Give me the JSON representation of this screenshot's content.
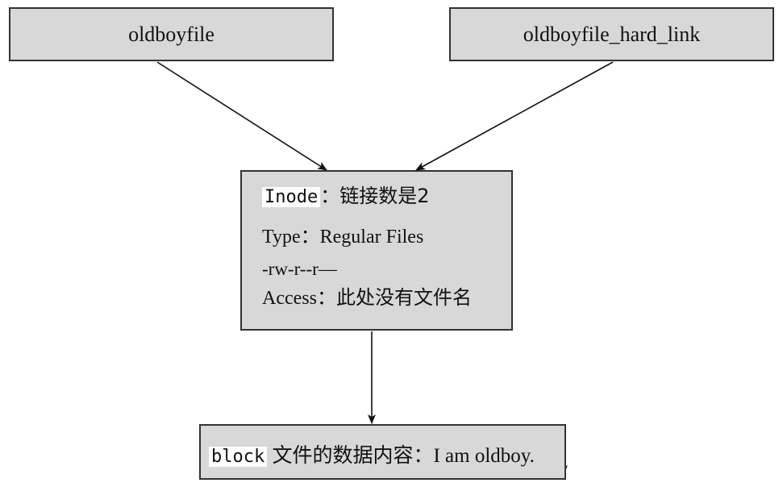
{
  "nodes": {
    "file": {
      "label": "oldboyfile"
    },
    "hard_link": {
      "label": "oldboyfile_hard_link"
    },
    "inode": {
      "tag": "Inode",
      "title_rest": "：链接数是2",
      "type_line": "Type：Regular Files",
      "perm_line": "-rw-r--r—",
      "access_line": "Access：此处没有文件名"
    },
    "block": {
      "tag": "block",
      "text": " 文件的数据内容：I am oldboy."
    }
  },
  "edges": [
    {
      "from": "oldboyfile",
      "to": "Inode"
    },
    {
      "from": "oldboyfile_hard_link",
      "to": "Inode"
    },
    {
      "from": "Inode",
      "to": "block"
    }
  ],
  "colors": {
    "box_fill": "#d8d8d8",
    "box_border": "#333333",
    "highlight": "#ffffff",
    "arrow": "#111111"
  }
}
